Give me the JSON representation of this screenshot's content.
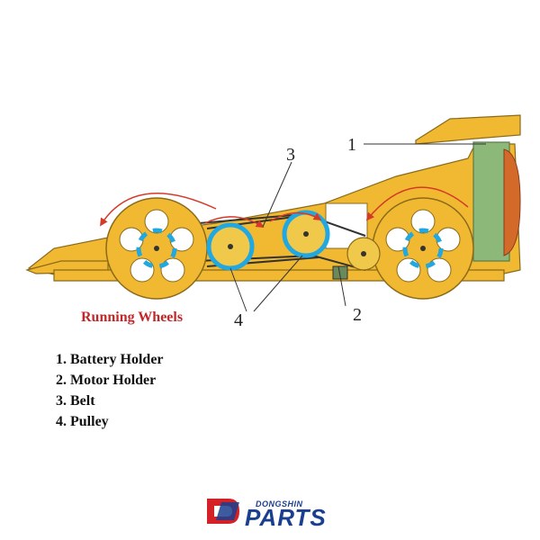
{
  "diagram": {
    "callouts": {
      "c1": "1",
      "c2": "2",
      "c3": "3",
      "c4": "4"
    },
    "running_wheels_label": "Running Wheels",
    "colors": {
      "body": "#f0b931",
      "outline": "#8a6a1a",
      "pulley_blue": "#22a8e0",
      "battery_green": "#8cb87a",
      "belt": "#333333",
      "arrow_red": "#d43a2a",
      "label_red": "#c0282a"
    }
  },
  "legend": {
    "items": [
      {
        "label": "1. Battery Holder"
      },
      {
        "label": "2. Motor Holder"
      },
      {
        "label": "3. Belt"
      },
      {
        "label": "4. Pulley"
      }
    ]
  },
  "logo": {
    "brand": "DONGSHIN",
    "word": "PARTS",
    "colors": {
      "red": "#d42027",
      "blue": "#1b3f8f"
    }
  }
}
